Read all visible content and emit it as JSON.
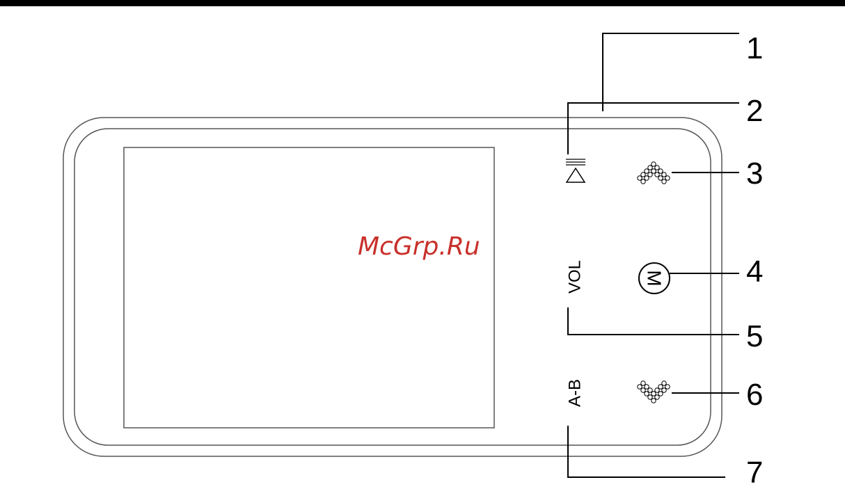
{
  "watermark": {
    "text": "McGrp.Ru",
    "color": "#c8302a"
  },
  "buttons": {
    "menu_letter": "M",
    "vol_label": "VOL",
    "ab_label": "A-B"
  },
  "callouts": [
    "1",
    "2",
    "3",
    "4",
    "5",
    "6",
    "7"
  ],
  "icons": {
    "play_pause": "play-pause-icon",
    "up": "up-arrow-icon",
    "menu": "menu-m-icon",
    "down": "down-arrow-icon"
  },
  "colors": {
    "line": "#000000",
    "device_outline": "#555555",
    "background": "#ffffff"
  }
}
